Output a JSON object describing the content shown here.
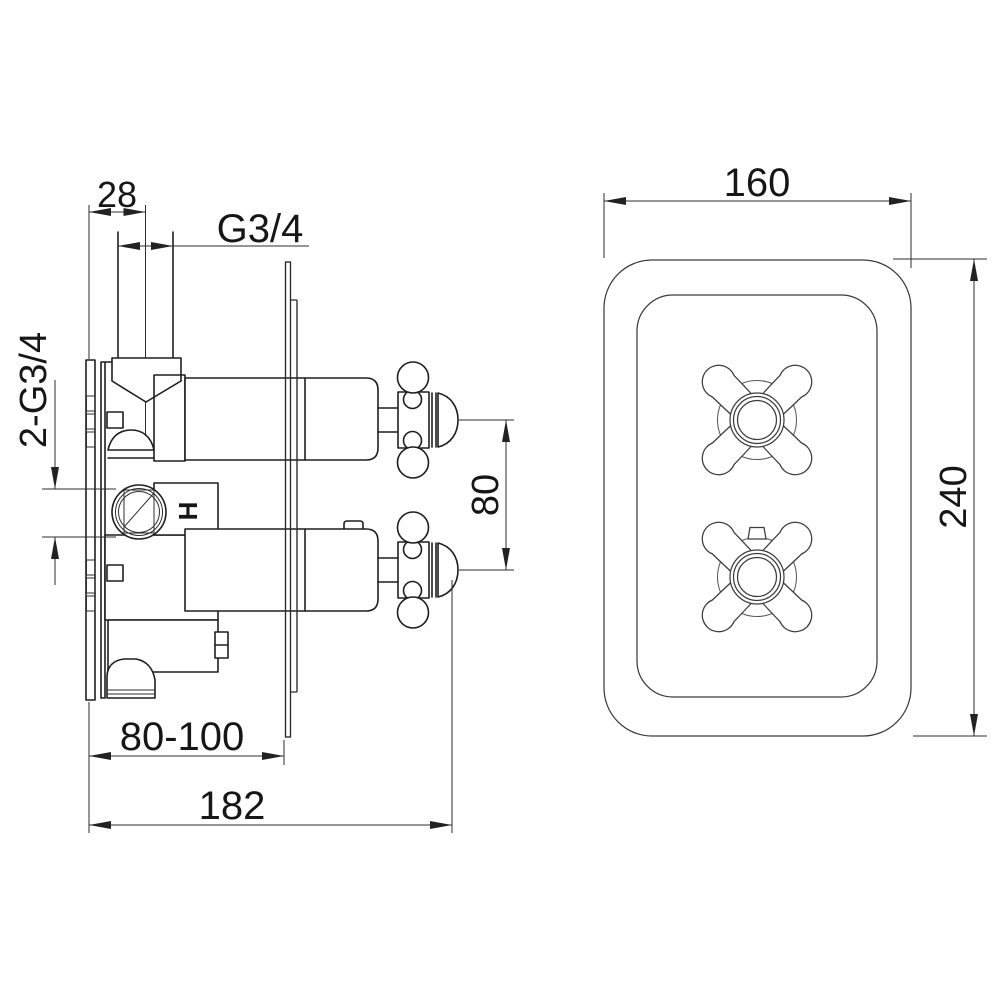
{
  "drawing": {
    "side_view": {
      "pipe_offset": "28",
      "top_outlet_thread": "G3/4",
      "inlet_thread": "2-G3/4",
      "handle_spacing": "80",
      "install_depth_range": "80-100",
      "overall_depth": "182",
      "hot_marker": "H"
    },
    "front_view": {
      "plate_width": "160",
      "plate_height": "240"
    }
  },
  "colors": {
    "object_line": "#1f1f1f",
    "dimension_line": "#2e2e2e",
    "background": "#ffffff"
  }
}
